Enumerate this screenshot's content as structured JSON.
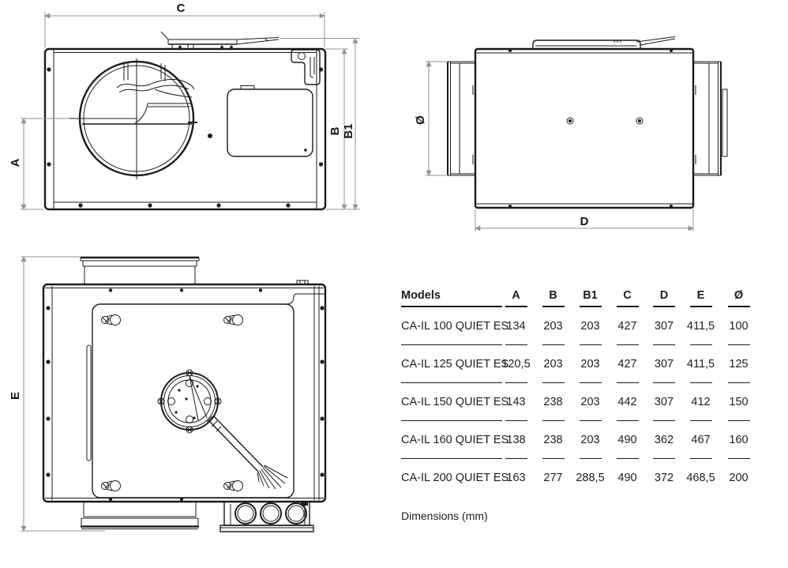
{
  "drawings": {
    "front": {
      "dim_c": "C",
      "dim_a": "A",
      "dim_b": "B",
      "dim_b1": "B1"
    },
    "top": {
      "dim_diameter": "Ø",
      "dim_d": "D"
    },
    "back": {
      "dim_e": "E"
    }
  },
  "table": {
    "headers": [
      "Models",
      "A",
      "B",
      "B1",
      "C",
      "D",
      "E",
      "Ø"
    ],
    "rows": [
      {
        "model": "CA-IL 100 QUIET ES",
        "values": [
          "134",
          "203",
          "203",
          "427",
          "307",
          "411,5",
          "100"
        ]
      },
      {
        "model": "CA-IL 125 QUIET ES",
        "values": [
          "120,5",
          "203",
          "203",
          "427",
          "307",
          "411,5",
          "125"
        ]
      },
      {
        "model": "CA-IL 150 QUIET ES",
        "values": [
          "143",
          "238",
          "203",
          "442",
          "307",
          "412",
          "150"
        ]
      },
      {
        "model": "CA-IL 160 QUIET ES",
        "values": [
          "138",
          "238",
          "203",
          "490",
          "362",
          "467",
          "160"
        ]
      },
      {
        "model": "CA-IL 200 QUIET ES",
        "values": [
          "163",
          "277",
          "288,5",
          "490",
          "372",
          "468,5",
          "200"
        ]
      }
    ],
    "footnote": "Dimensions (mm)"
  },
  "colors": {
    "line": "#1b1b1b",
    "dimension": "#919191",
    "text": "#1d1d1b"
  }
}
